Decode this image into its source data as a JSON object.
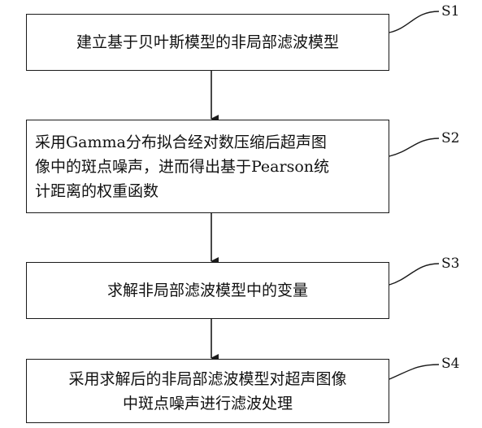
{
  "steps": [
    {
      "id": "S1",
      "text": "建立基于贝叶斯模型的非局部滤波模型"
    },
    {
      "id": "S2",
      "text": "采用Gamma分布拟合经对数压缩后超声图\n像中的斑点噪声，进而得出基于Pearson统\n计距离的权重函数"
    },
    {
      "id": "S3",
      "text": "求解非局部滤波模型中的变量"
    },
    {
      "id": "S4",
      "text": "采用求解后的非局部滤波模型对超声图像\n中斑点噪声进行滤波处理"
    }
  ]
}
